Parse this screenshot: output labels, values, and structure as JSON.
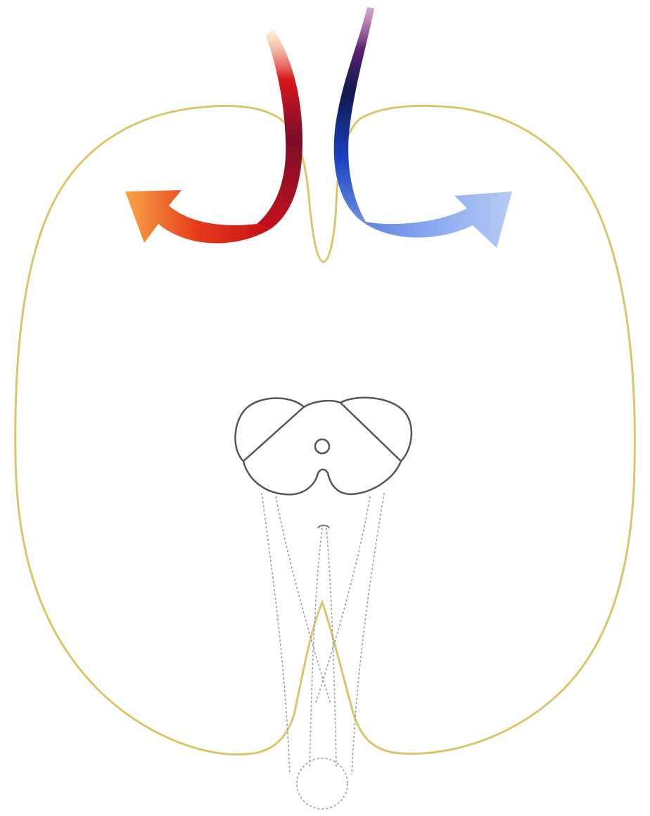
{
  "diagram": {
    "kind": "brain-outline-illustration",
    "colors": {
      "outline": "#d8c66a",
      "brainstem": "#555555",
      "brainstem_faint": "#9a9a9a",
      "arterial_start": "#f3c26b",
      "arterial_mid": "#c4101a",
      "arterial_end": "#f7a545",
      "venous_start": "#8d2a7e",
      "venous_mid": "#1a2fa0",
      "venous_end": "#9cb6ef"
    },
    "elements": {
      "outline": "brain-outline",
      "left_arrow": "red-arrow",
      "right_arrow": "blue-arrow",
      "brainstem": "brainstem-crosssection",
      "cord": "spinal-cord"
    }
  }
}
